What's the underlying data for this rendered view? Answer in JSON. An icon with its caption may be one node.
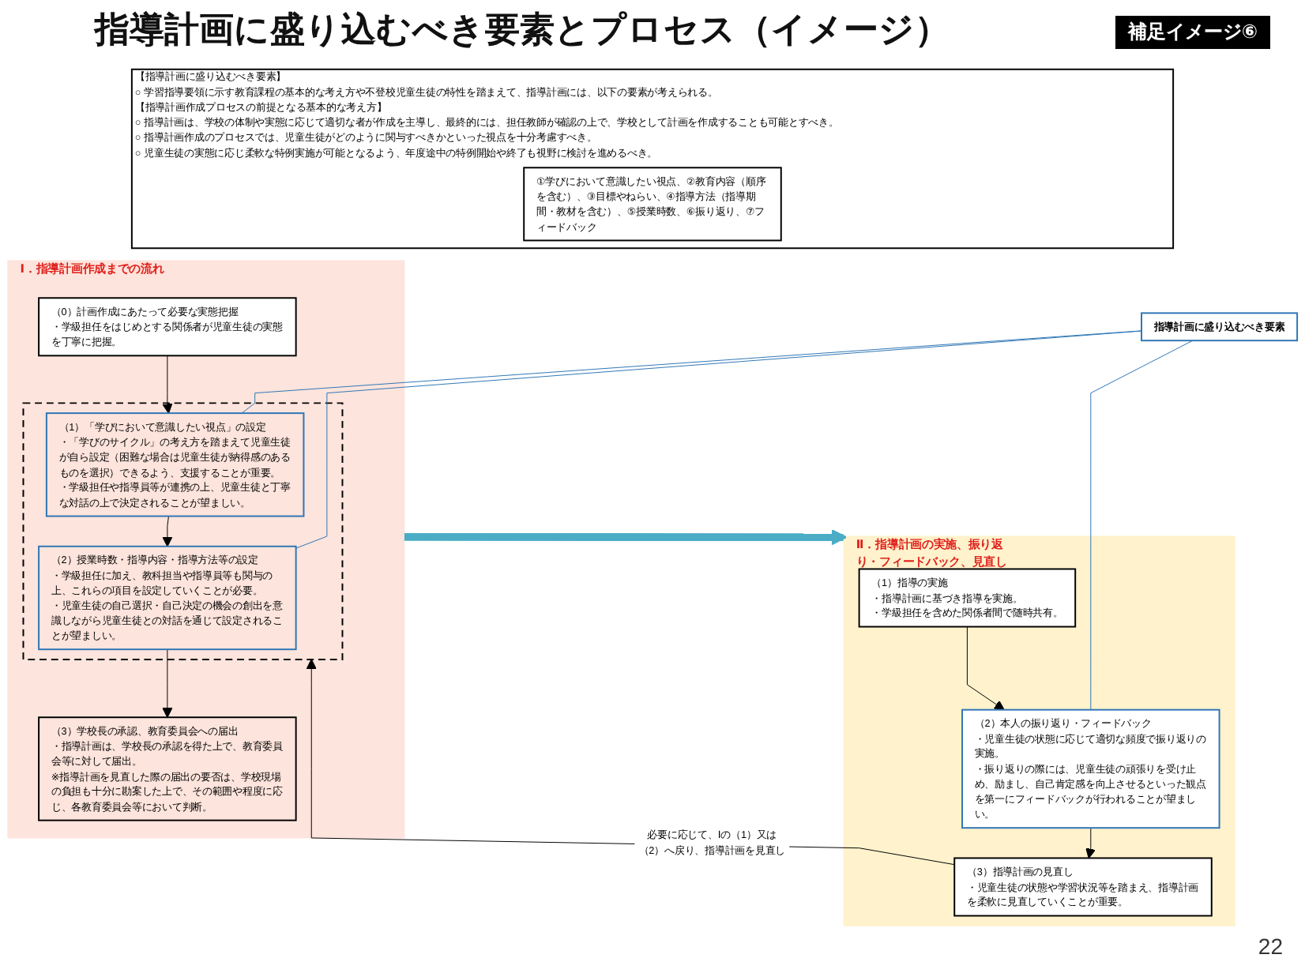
{
  "diagram": {
    "title": "指導計画に盛り込むべき要素とプロセス（イメージ）",
    "nodes": [
      {
        "text": [
          "【指導計画に盛り込むべき要素】",
          "○ 学習指導要領に示す教育課程の基本的な考え方や不登校児童生徒の特性を踏まえて、指導計画には、以下の要素が考えられる。",
          "【指導計画作成プロセスの前提となる基本的な考え方】",
          "○ 指導計画は、学校の体制や実態に応じて適切な者が作成を主導し、最終的には、担任教師が確認の上で、学校として計画を作成することも可能とすべき。",
          "○ 指導計画作成のプロセスでは、児童生徒がどのように関与すべきかといった視点を十分考慮すべき。",
          "○ 児童生徒の実態に応じ柔軟な特例実施が可能となるよう、年度途中の特例開始や終了も視野に検討を進めるべき。"
        ]
      },
      {
        "text": [
          "①学びにおいて意識したい視点、②教育内容（順序を含む）、③目標やねらい、④指導方法（指導期間・教材を含む）、⑤授業時数、⑥振り返り、⑦フィードバック"
        ],
        "in": 0
      },
      {
        "text": [
          "Ⅰ．指導計画作成までの流れ"
        ]
      },
      {
        "text": [
          "（0）計画作成にあたって必要な実態把握",
          "・学級担任をはじめとする関係者が児童生徒の実態を丁寧に把握。"
        ],
        "in": 2
      },
      {
        "text": [],
        "shape": "box",
        "in": 2
      },
      {
        "text": [
          "（1）「学びにおいて意識したい視点」の設定",
          "・「学びのサイクル」の考え方を踏まえて児童生徒が自ら設定（困難な場合は児童生徒が納得感のあるものを選択）できるよう、支援することが重要。",
          "・学級担任や指導員等が連携の上、児童生徒と丁寧な対話の上で決定されることが望ましい。"
        ],
        "in": 4
      },
      {
        "text": [
          "（2）授業時数・指導内容・指導方法等の設定",
          "・学級担任に加え、教科担当や指導員等も関与の上、これらの項目を設定していくことが必要。",
          "・児童生徒の自己選択・自己決定の機会の創出を意識しながら児童生徒との対話を通じて設定されることが望ましい。"
        ],
        "in": 4
      },
      {
        "text": [
          "（3）学校長の承認、教育委員会への届出",
          "・指導計画は、学校長の承認を得た上で、教育委員会等に対して届出。",
          "※指導計画を見直した際の届出の要否は、学校現場の負担も十分に勘案した上で、その範囲や程度に応じ、各教育委員会等において判断。"
        ],
        "in": 2
      },
      {
        "text": [
          "Ⅱ．指導計画の実施、振り返り・フィードバック、見直し"
        ]
      },
      {
        "text": [
          "指導計画に盛り込むべき要素"
        ]
      },
      {
        "text": [
          "（1）指導の実施",
          "・指導計画に基づき指導を実施。",
          "・学級担任を含めた関係者間で随時共有。"
        ],
        "in": 8
      },
      {
        "text": [
          "（2）本人の振り返り・フィードバック",
          "・児童生徒の状態に応じて適切な頻度で振り返りの実施。",
          "・振り返りの際には、児童生徒の頑張りを受け止め、励まし、自己肯定感を向上させるといった観点を第一にフィードバックが行われることが望ましい。"
        ],
        "in": 8
      },
      {
        "text": [
          "（3）指導計画の見直し",
          "・児童生徒の状態や学習状況等を踏まえ、指導計画を柔軟に見直していくことが重要。"
        ],
        "in": 8
      }
    ],
    "edges": [
      {
        "from": 3,
        "to": 5,
        "arrow": "to"
      },
      {
        "from": 5,
        "to": 6,
        "arrow": "to"
      },
      {
        "from": 6,
        "to": 7,
        "arrow": "to"
      },
      {
        "from": 10,
        "to": 11,
        "arrow": "to"
      },
      {
        "from": 11,
        "to": 12,
        "arrow": "to"
      },
      {
        "from": 12,
        "to": 4,
        "arrow": "to",
        "label": "必要に応じて、Ⅰの（1）又は（2）へ戻り、指導計画を見直し"
      },
      {
        "from": 9,
        "to": 5,
        "arrow": "none",
        "color": "#2e75b6"
      },
      {
        "from": 9,
        "to": 6,
        "arrow": "none",
        "color": "#2e75b6"
      },
      {
        "from": 9,
        "to": 11,
        "arrow": "none",
        "color": "#2e75b6"
      },
      {
        "from": 2,
        "to": 8,
        "arrow": "to",
        "style": "thick",
        "color": "#4bacc6"
      }
    ],
    "labels": [
      "補足イメージ⑥",
      "22"
    ]
  }
}
